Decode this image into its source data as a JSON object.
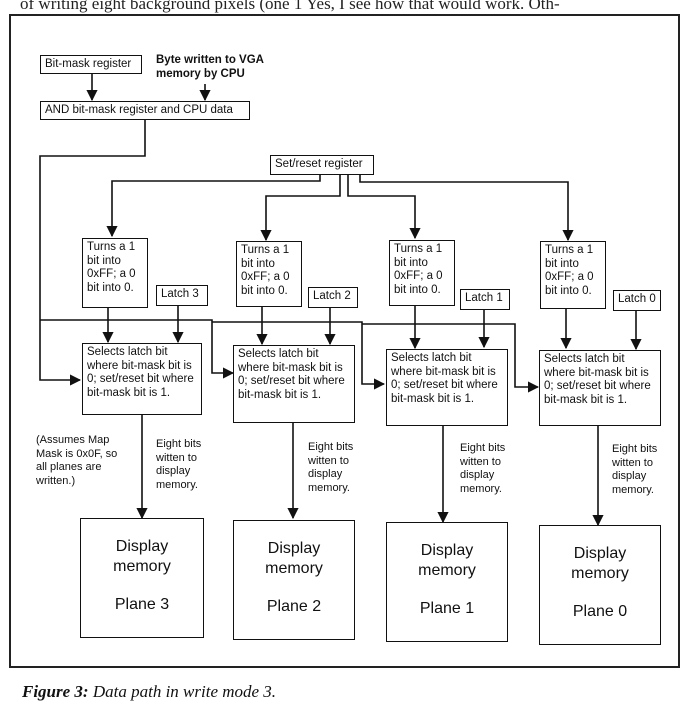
{
  "page": {
    "top_text": "of writing eight background pixels (one 1   Yes, I see how that would work.  Oth-",
    "caption_label": "Figure 3:",
    "caption_text": "Data path in write mode 3."
  },
  "diagram": {
    "bitmask_register": "Bit-mask register",
    "byte_written": "Byte written to VGA memory by CPU",
    "and_box": "AND bit-mask register and CPU data",
    "setreset_register": "Set/reset register",
    "turns_box": "Turns a 1 bit into 0xFF; a 0 bit into 0.",
    "selects_box": "Selects latch bit where bit-mask bit is 0; set/reset bit where bit-mask bit is 1.",
    "eight_bits": "Eight bits witten to display memory.",
    "assumes_note": "(Assumes Map Mask is 0x0F, so all planes are written.)",
    "display_memory_line1": "Display",
    "display_memory_line2": "memory",
    "latches": [
      "Latch 3",
      "Latch 2",
      "Latch 1",
      "Latch 0"
    ],
    "planes": [
      "Plane 3",
      "Plane 2",
      "Plane 1",
      "Plane 0"
    ]
  }
}
